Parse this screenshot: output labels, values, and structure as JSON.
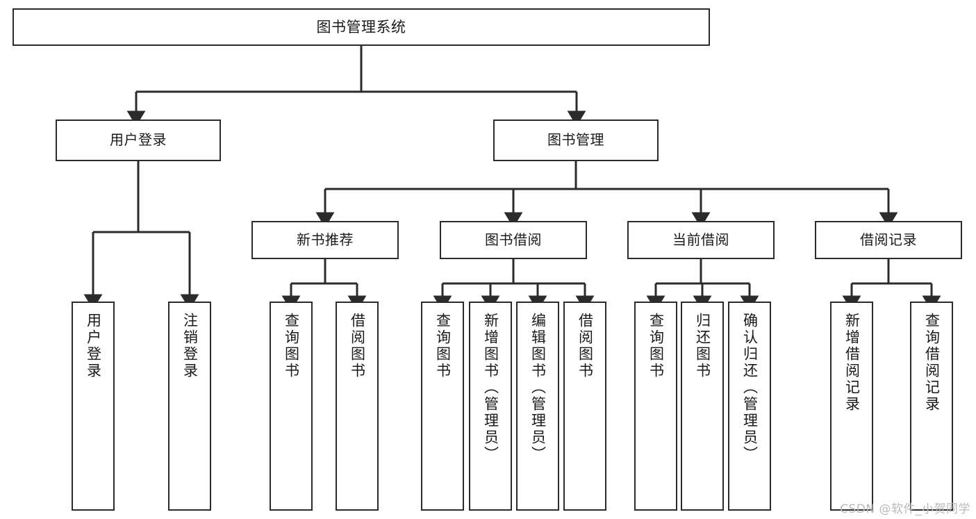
{
  "diagram": {
    "title": "图书管理系统",
    "type": "tree",
    "watermark": "CSDN @软件_小贺同学",
    "line_color": "#2b2b2b",
    "box_fill": "#ffffff",
    "text_color": "#1a1a1a",
    "watermark_color": "#b9b9b9"
  },
  "nodes": {
    "root": {
      "label": "图书管理系统"
    },
    "level1": [
      {
        "id": "user-login",
        "label": "用户登录"
      },
      {
        "id": "book-manage",
        "label": "图书管理"
      }
    ],
    "level2": [
      {
        "id": "new-book-recommend",
        "label": "新书推荐"
      },
      {
        "id": "book-borrow",
        "label": "图书借阅"
      },
      {
        "id": "current-borrow",
        "label": "当前借阅"
      },
      {
        "id": "borrow-record",
        "label": "借阅记录"
      }
    ],
    "leaves": {
      "user_login": [
        {
          "id": "leaf-user-login",
          "label": "用户登录"
        },
        {
          "id": "leaf-logout-login",
          "label": "注销登录"
        }
      ],
      "new_book_recommend": [
        {
          "id": "leaf-query-book-1",
          "label": "查询图书"
        },
        {
          "id": "leaf-borrow-book-1",
          "label": "借阅图书"
        }
      ],
      "book_borrow": [
        {
          "id": "leaf-query-book-2",
          "label": "查询图书"
        },
        {
          "id": "leaf-add-book-admin",
          "label": "新增图书（管理员）"
        },
        {
          "id": "leaf-edit-book-admin",
          "label": "编辑图书（管理员）"
        },
        {
          "id": "leaf-borrow-book-2",
          "label": "借阅图书"
        }
      ],
      "current_borrow": [
        {
          "id": "leaf-query-book-3",
          "label": "查询图书"
        },
        {
          "id": "leaf-return-book",
          "label": "归还图书"
        },
        {
          "id": "leaf-confirm-return-admin",
          "label": "确认归还（管理员）"
        }
      ],
      "borrow_record": [
        {
          "id": "leaf-add-borrow-record",
          "label": "新增借阅记录"
        },
        {
          "id": "leaf-query-borrow-record",
          "label": "查询借阅记录"
        }
      ]
    }
  }
}
